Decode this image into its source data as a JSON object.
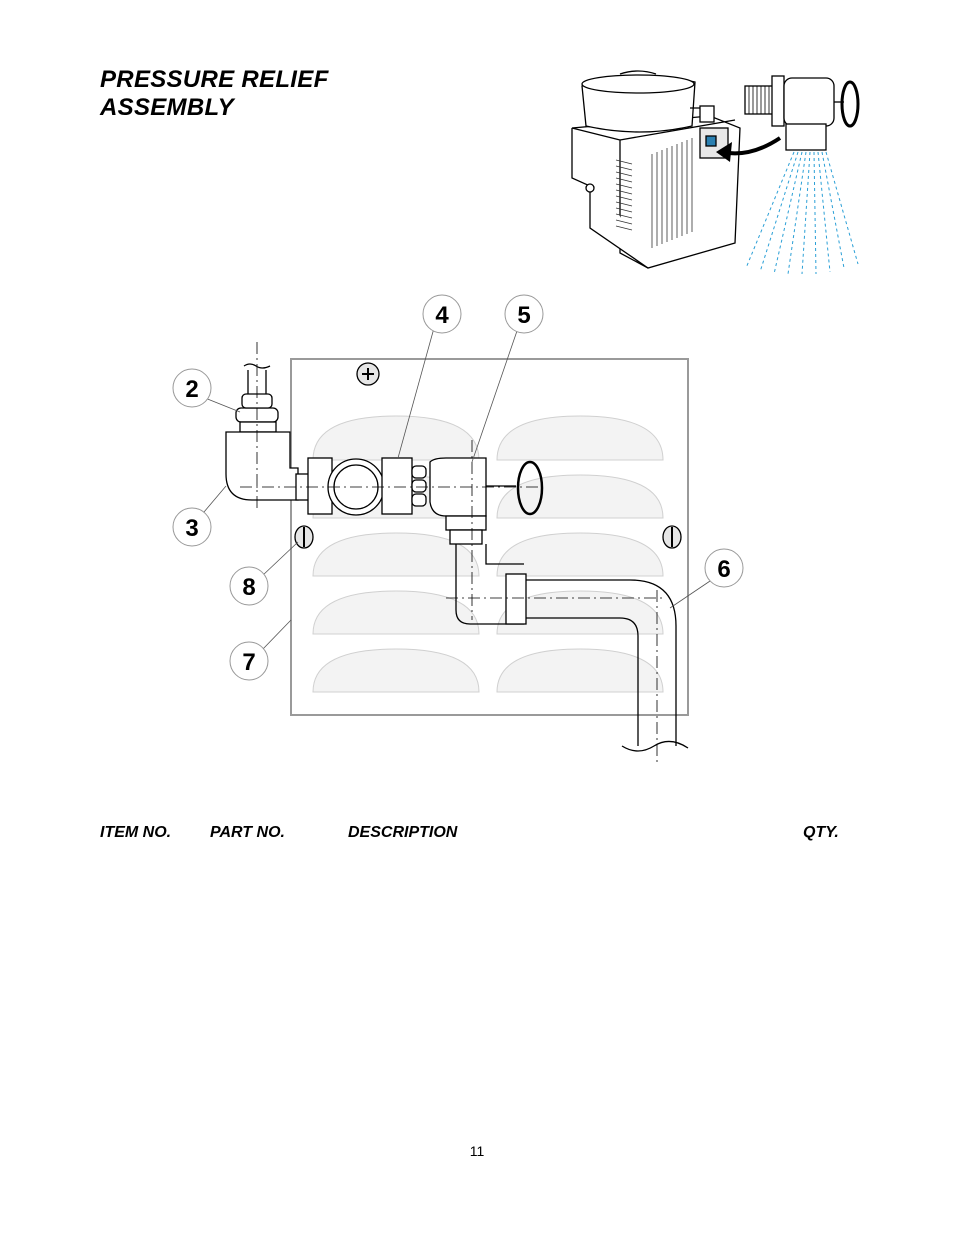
{
  "header": {
    "title_line1": "PRESSURE RELIEF",
    "title_line2": "ASSEMBLY"
  },
  "diagram": {
    "callouts": {
      "c2": "2",
      "c3": "3",
      "c4": "4",
      "c5": "5",
      "c6": "6",
      "c7": "7",
      "c8": "8"
    },
    "colors": {
      "line": "#000000",
      "panel": "#9a9a9a",
      "spray": "#2a9fd6"
    }
  },
  "table": {
    "columns": {
      "item_no": "ITEM NO.",
      "part_no": "PART NO.",
      "description": "DESCRIPTION",
      "qty": "QTY."
    }
  },
  "footer": {
    "page_number": "11"
  }
}
